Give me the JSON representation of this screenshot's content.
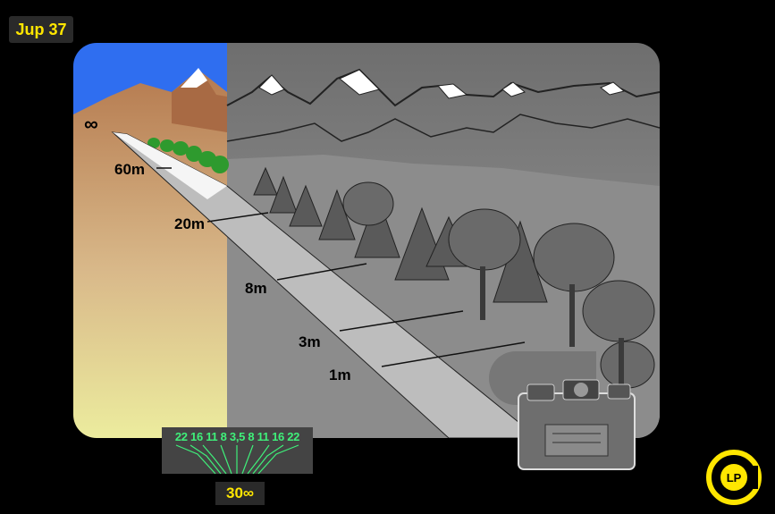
{
  "title": "Jup 37",
  "distance_marks": [
    "∞",
    "60m",
    "20m",
    "8m",
    "3m",
    "1m"
  ],
  "dof_scale": "22 16 11  8 3,5  8  11 16 22",
  "focus_setting": "30∞",
  "logo_text": "LP",
  "colors": {
    "accent": "#ffe600",
    "scale_text": "#3ff07a",
    "sky": "#2f6ef0",
    "mountain": "#b0744e",
    "ground": "#e8e89a",
    "gray_bg": "#6e6e6e"
  },
  "icons": [
    "infinity-symbol",
    "camera-icon",
    "lp-logo-icon"
  ]
}
